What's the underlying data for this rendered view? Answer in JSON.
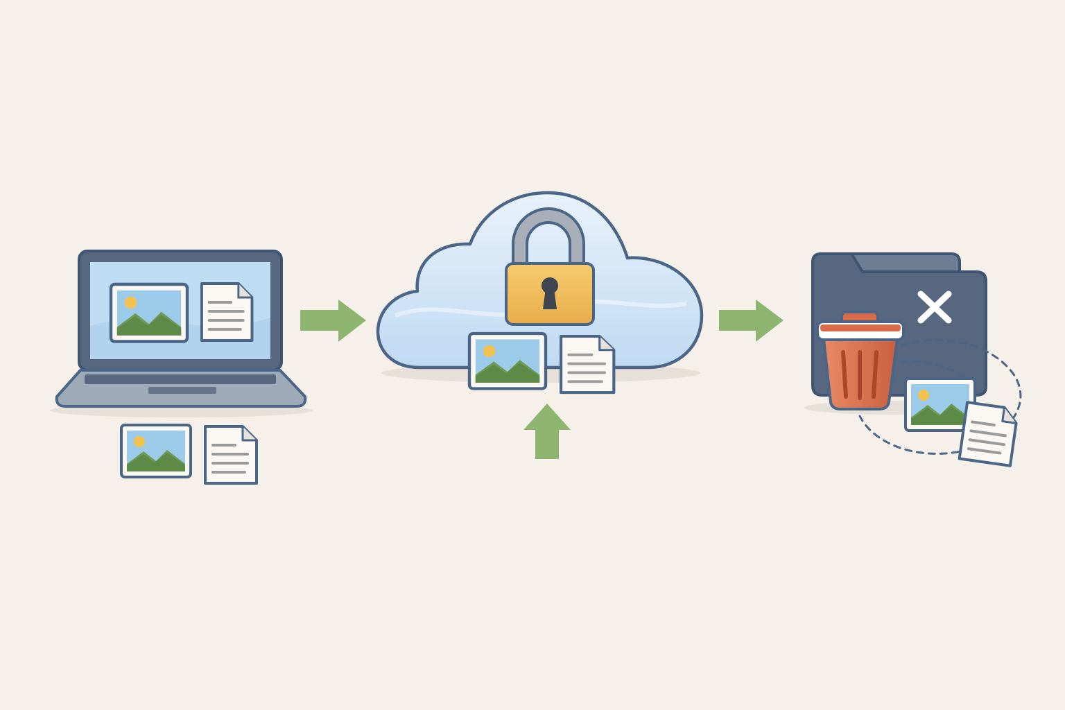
{
  "colors": {
    "background": "#F5F0EA",
    "outline": "#4A6585",
    "arrow": "#8DB56F",
    "laptop_body": "#9FAAB8",
    "screen": "#BFDDF2",
    "cloud_fill": "#D2E6F6",
    "lock_body": "#F1BD5B",
    "lock_shackle": "#A9AFB8",
    "folder": "#56677F",
    "trash": "#DD7451",
    "photo_sky": "#9CCBEA",
    "photo_hill": "#6E9A55",
    "photo_sun": "#F2C14E",
    "doc_paper": "#FBF8F3",
    "doc_lines": "#9A9A9A"
  },
  "diagram": {
    "nodes": [
      {
        "id": "local-device",
        "icon": "laptop-icon"
      },
      {
        "id": "encrypted-cloud",
        "icon": "cloud-lock-icon"
      },
      {
        "id": "deleted-local",
        "icon": "folder-trash-icon"
      }
    ],
    "edges": [
      {
        "from": "local-device",
        "to": "encrypted-cloud",
        "icon": "arrow-right-icon"
      },
      {
        "from": "encrypted-cloud",
        "to": "deleted-local",
        "icon": "arrow-right-icon"
      },
      {
        "to": "encrypted-cloud",
        "direction": "up",
        "icon": "arrow-up-icon"
      }
    ],
    "items": [
      "photo-icon",
      "document-icon"
    ]
  }
}
